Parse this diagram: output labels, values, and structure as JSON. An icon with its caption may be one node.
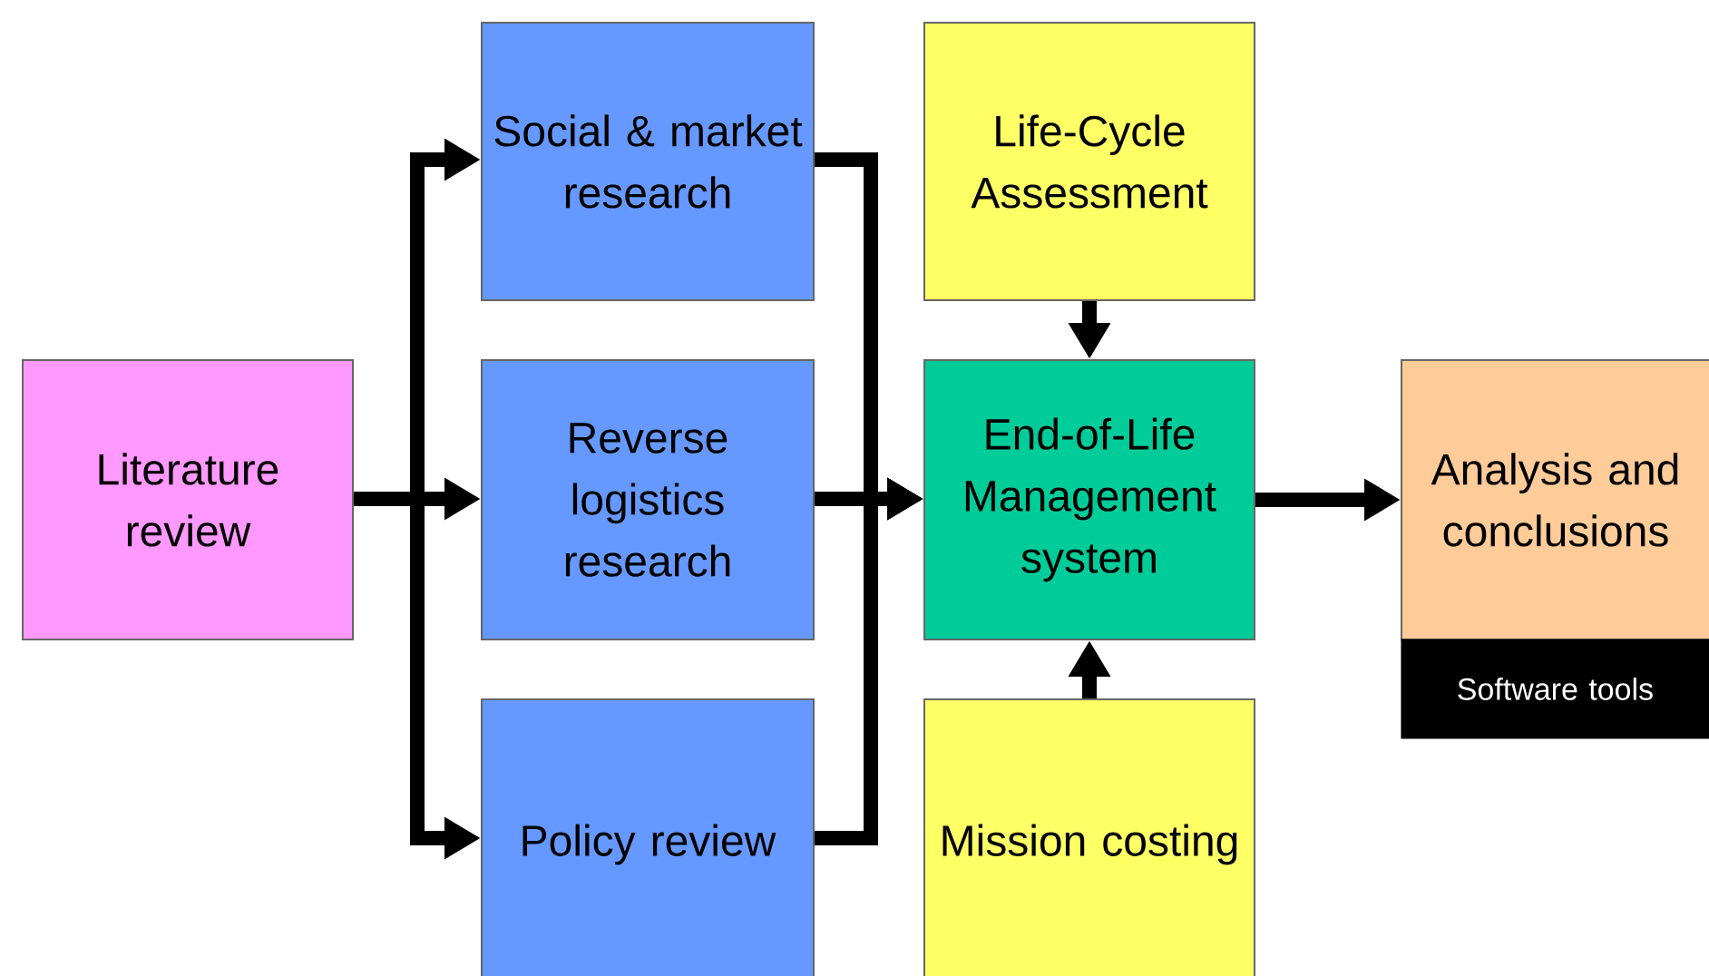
{
  "diagram": {
    "nodes": [
      {
        "text": [
          "Literature review"
        ]
      },
      {
        "text": [
          "Social & market research"
        ]
      },
      {
        "text": [
          "Reverse logistics research"
        ]
      },
      {
        "text": [
          "Policy review"
        ]
      },
      {
        "text": [
          "Life-Cycle Assessment"
        ]
      },
      {
        "text": [
          "End-of-Life Management system"
        ]
      },
      {
        "text": [
          "Mission costing"
        ]
      },
      {
        "text": [
          "Analysis and conclusions"
        ]
      },
      {
        "text": [
          "Software tools"
        ]
      }
    ],
    "edges": [
      {
        "from": 0,
        "to": 1,
        "arrow": "to"
      },
      {
        "from": 0,
        "to": 2,
        "arrow": "to"
      },
      {
        "from": 0,
        "to": 3,
        "arrow": "to"
      },
      {
        "from": 1,
        "to": 5,
        "arrow": "to"
      },
      {
        "from": 2,
        "to": 5,
        "arrow": "to"
      },
      {
        "from": 3,
        "to": 5,
        "arrow": "to"
      },
      {
        "from": 4,
        "to": 5,
        "arrow": "to"
      },
      {
        "from": 6,
        "to": 5,
        "arrow": "to"
      },
      {
        "from": 5,
        "to": 7,
        "arrow": "to"
      }
    ]
  }
}
